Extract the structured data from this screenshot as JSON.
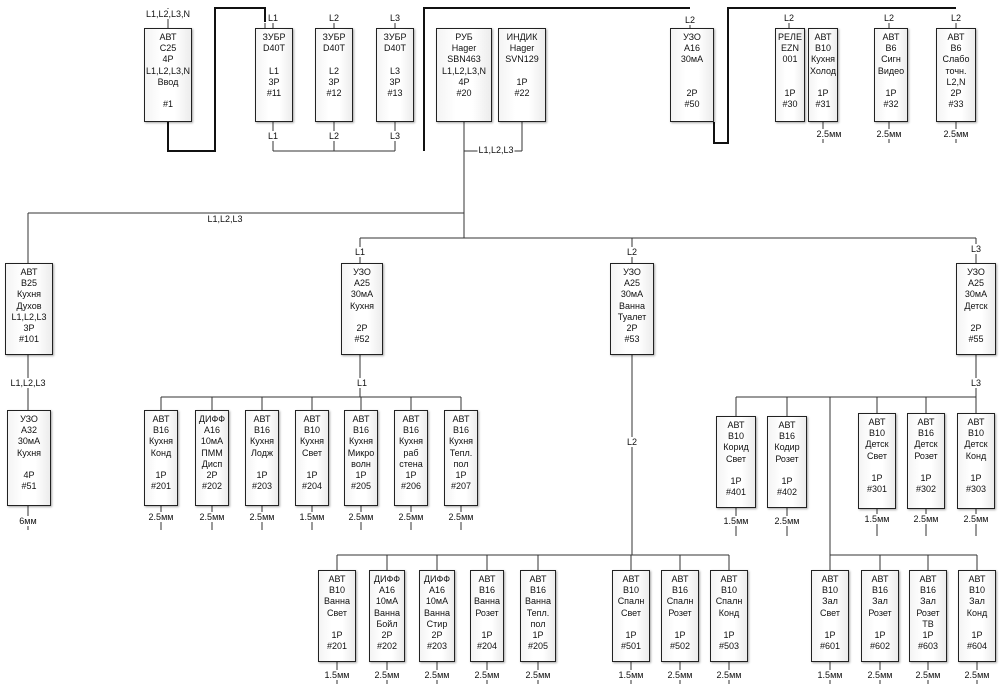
{
  "phases": {
    "l1": "L1",
    "l2": "L2",
    "l3": "L3",
    "all": "L1,L2,L3",
    "all_n": "L1,L2,L3,N"
  },
  "boxes": {
    "b1": {
      "lines": [
        "АВТ",
        "C25",
        "4P",
        "L1,L2,L3,N",
        "Ввод",
        "",
        "#1"
      ]
    },
    "b11": {
      "lines": [
        "ЗУБР",
        "D40T",
        "",
        "L1",
        "3P",
        "#11"
      ]
    },
    "b12": {
      "lines": [
        "ЗУБР",
        "D40T",
        "",
        "L2",
        "3P",
        "#12"
      ]
    },
    "b13": {
      "lines": [
        "ЗУБР",
        "D40T",
        "",
        "L3",
        "3P",
        "#13"
      ]
    },
    "b20": {
      "lines": [
        "РУБ",
        "Hager",
        "SBN463",
        "L1,L2,L3,N",
        "4P",
        "#20"
      ]
    },
    "b22": {
      "lines": [
        "ИНДИК",
        "Hager",
        "SVN129",
        "",
        "1P",
        "#22"
      ]
    },
    "b50": {
      "lines": [
        "УЗО",
        "A16",
        "30мА",
        "",
        "",
        "2P",
        "#50"
      ]
    },
    "b30": {
      "lines": [
        "РЕЛЕ",
        "EZN",
        "001",
        "",
        "",
        "1P",
        "#30"
      ]
    },
    "b31": {
      "lines": [
        "АВТ",
        "B10",
        "Кухня",
        "Холод",
        "",
        "1P",
        "#31"
      ]
    },
    "b32": {
      "lines": [
        "АВТ",
        "B6",
        "Сигн",
        "Видео",
        "",
        "1P",
        "#32"
      ]
    },
    "b33": {
      "lines": [
        "АВТ",
        "B6",
        "Слабо",
        "точн.",
        "L2,N",
        "2P",
        "#33"
      ]
    },
    "b101": {
      "lines": [
        "АВТ",
        "B25",
        "Кухня",
        "Духов",
        "L1,L2,L3",
        "3P",
        "#101"
      ]
    },
    "b51": {
      "lines": [
        "УЗО",
        "A32",
        "30мА",
        "Кухня",
        "",
        "4P",
        "#51"
      ]
    },
    "b52": {
      "lines": [
        "УЗО",
        "A25",
        "30мА",
        "Кухня",
        "",
        "2P",
        "#52"
      ]
    },
    "b53": {
      "lines": [
        "УЗО",
        "A25",
        "30мА",
        "Ванна",
        "Туалет",
        "2P",
        "#53"
      ]
    },
    "b55": {
      "lines": [
        "УЗО",
        "A25",
        "30мА",
        "Детск",
        "",
        "2P",
        "#55"
      ]
    },
    "b201": {
      "lines": [
        "АВТ",
        "B16",
        "Кухня",
        "Конд",
        "",
        "1P",
        "#201"
      ]
    },
    "b202": {
      "lines": [
        "ДИФФ",
        "A16",
        "10мА",
        "ПММ",
        "Дисп",
        "2P",
        "#202"
      ]
    },
    "b203": {
      "lines": [
        "АВТ",
        "B16",
        "Кухня",
        "Лодж",
        "",
        "1P",
        "#203"
      ]
    },
    "b204": {
      "lines": [
        "АВТ",
        "B10",
        "Кухня",
        "Свет",
        "",
        "1P",
        "#204"
      ]
    },
    "b205": {
      "lines": [
        "АВТ",
        "B16",
        "Кухня",
        "Микро",
        "волн",
        "1P",
        "#205"
      ]
    },
    "b206": {
      "lines": [
        "АВТ",
        "B16",
        "Кухня",
        "раб",
        "стена",
        "1P",
        "#206"
      ]
    },
    "b207": {
      "lines": [
        "АВТ",
        "B16",
        "Кухня",
        "Тепл.",
        "пол",
        "1P",
        "#207"
      ]
    },
    "b401": {
      "lines": [
        "АВТ",
        "B10",
        "Корид",
        "Свет",
        "",
        "1P",
        "#401"
      ]
    },
    "b402": {
      "lines": [
        "АВТ",
        "B16",
        "Кодир",
        "Розет",
        "",
        "1P",
        "#402"
      ]
    },
    "b301": {
      "lines": [
        "АВТ",
        "B10",
        "Детск",
        "Свет",
        "",
        "1P",
        "#301"
      ]
    },
    "b302": {
      "lines": [
        "АВТ",
        "B16",
        "Детск",
        "Розет",
        "",
        "1P",
        "#302"
      ]
    },
    "b303": {
      "lines": [
        "АВТ",
        "B10",
        "Детск",
        "Конд",
        "",
        "1P",
        "#303"
      ]
    },
    "c201": {
      "lines": [
        "АВТ",
        "B10",
        "Ванна",
        "Свет",
        "",
        "1P",
        "#201"
      ]
    },
    "c202": {
      "lines": [
        "ДИФФ",
        "A16",
        "10мА",
        "Ванна",
        "Бойл",
        "2P",
        "#202"
      ]
    },
    "c203": {
      "lines": [
        "ДИФФ",
        "A16",
        "10мА",
        "Ванна",
        "Стир",
        "2P",
        "#203"
      ]
    },
    "c204": {
      "lines": [
        "АВТ",
        "B16",
        "Ванна",
        "Розет",
        "",
        "1P",
        "#204"
      ]
    },
    "c205": {
      "lines": [
        "АВТ",
        "B16",
        "Ванна",
        "Тепл.",
        "пол",
        "1P",
        "#205"
      ]
    },
    "b501": {
      "lines": [
        "АВТ",
        "B10",
        "Спалн",
        "Свет",
        "",
        "1P",
        "#501"
      ]
    },
    "b502": {
      "lines": [
        "АВТ",
        "B16",
        "Спалн",
        "Розет",
        "",
        "1P",
        "#502"
      ]
    },
    "b503": {
      "lines": [
        "АВТ",
        "B10",
        "Спалн",
        "Конд",
        "",
        "1P",
        "#503"
      ]
    },
    "b601": {
      "lines": [
        "АВТ",
        "B10",
        "Зал",
        "Свет",
        "",
        "1P",
        "#601"
      ]
    },
    "b602": {
      "lines": [
        "АВТ",
        "B16",
        "Зал",
        "Розет",
        "",
        "1P",
        "#602"
      ]
    },
    "b603": {
      "lines": [
        "АВТ",
        "B16",
        "Зал",
        "Розет",
        "ТВ",
        "1P",
        "#603"
      ]
    },
    "b604": {
      "lines": [
        "АВТ",
        "B10",
        "Зал",
        "Конд",
        "",
        "1P",
        "#604"
      ]
    }
  },
  "cables": {
    "c6": "6мм",
    "c2_5": "2.5мм",
    "c1_5": "1.5мм"
  }
}
